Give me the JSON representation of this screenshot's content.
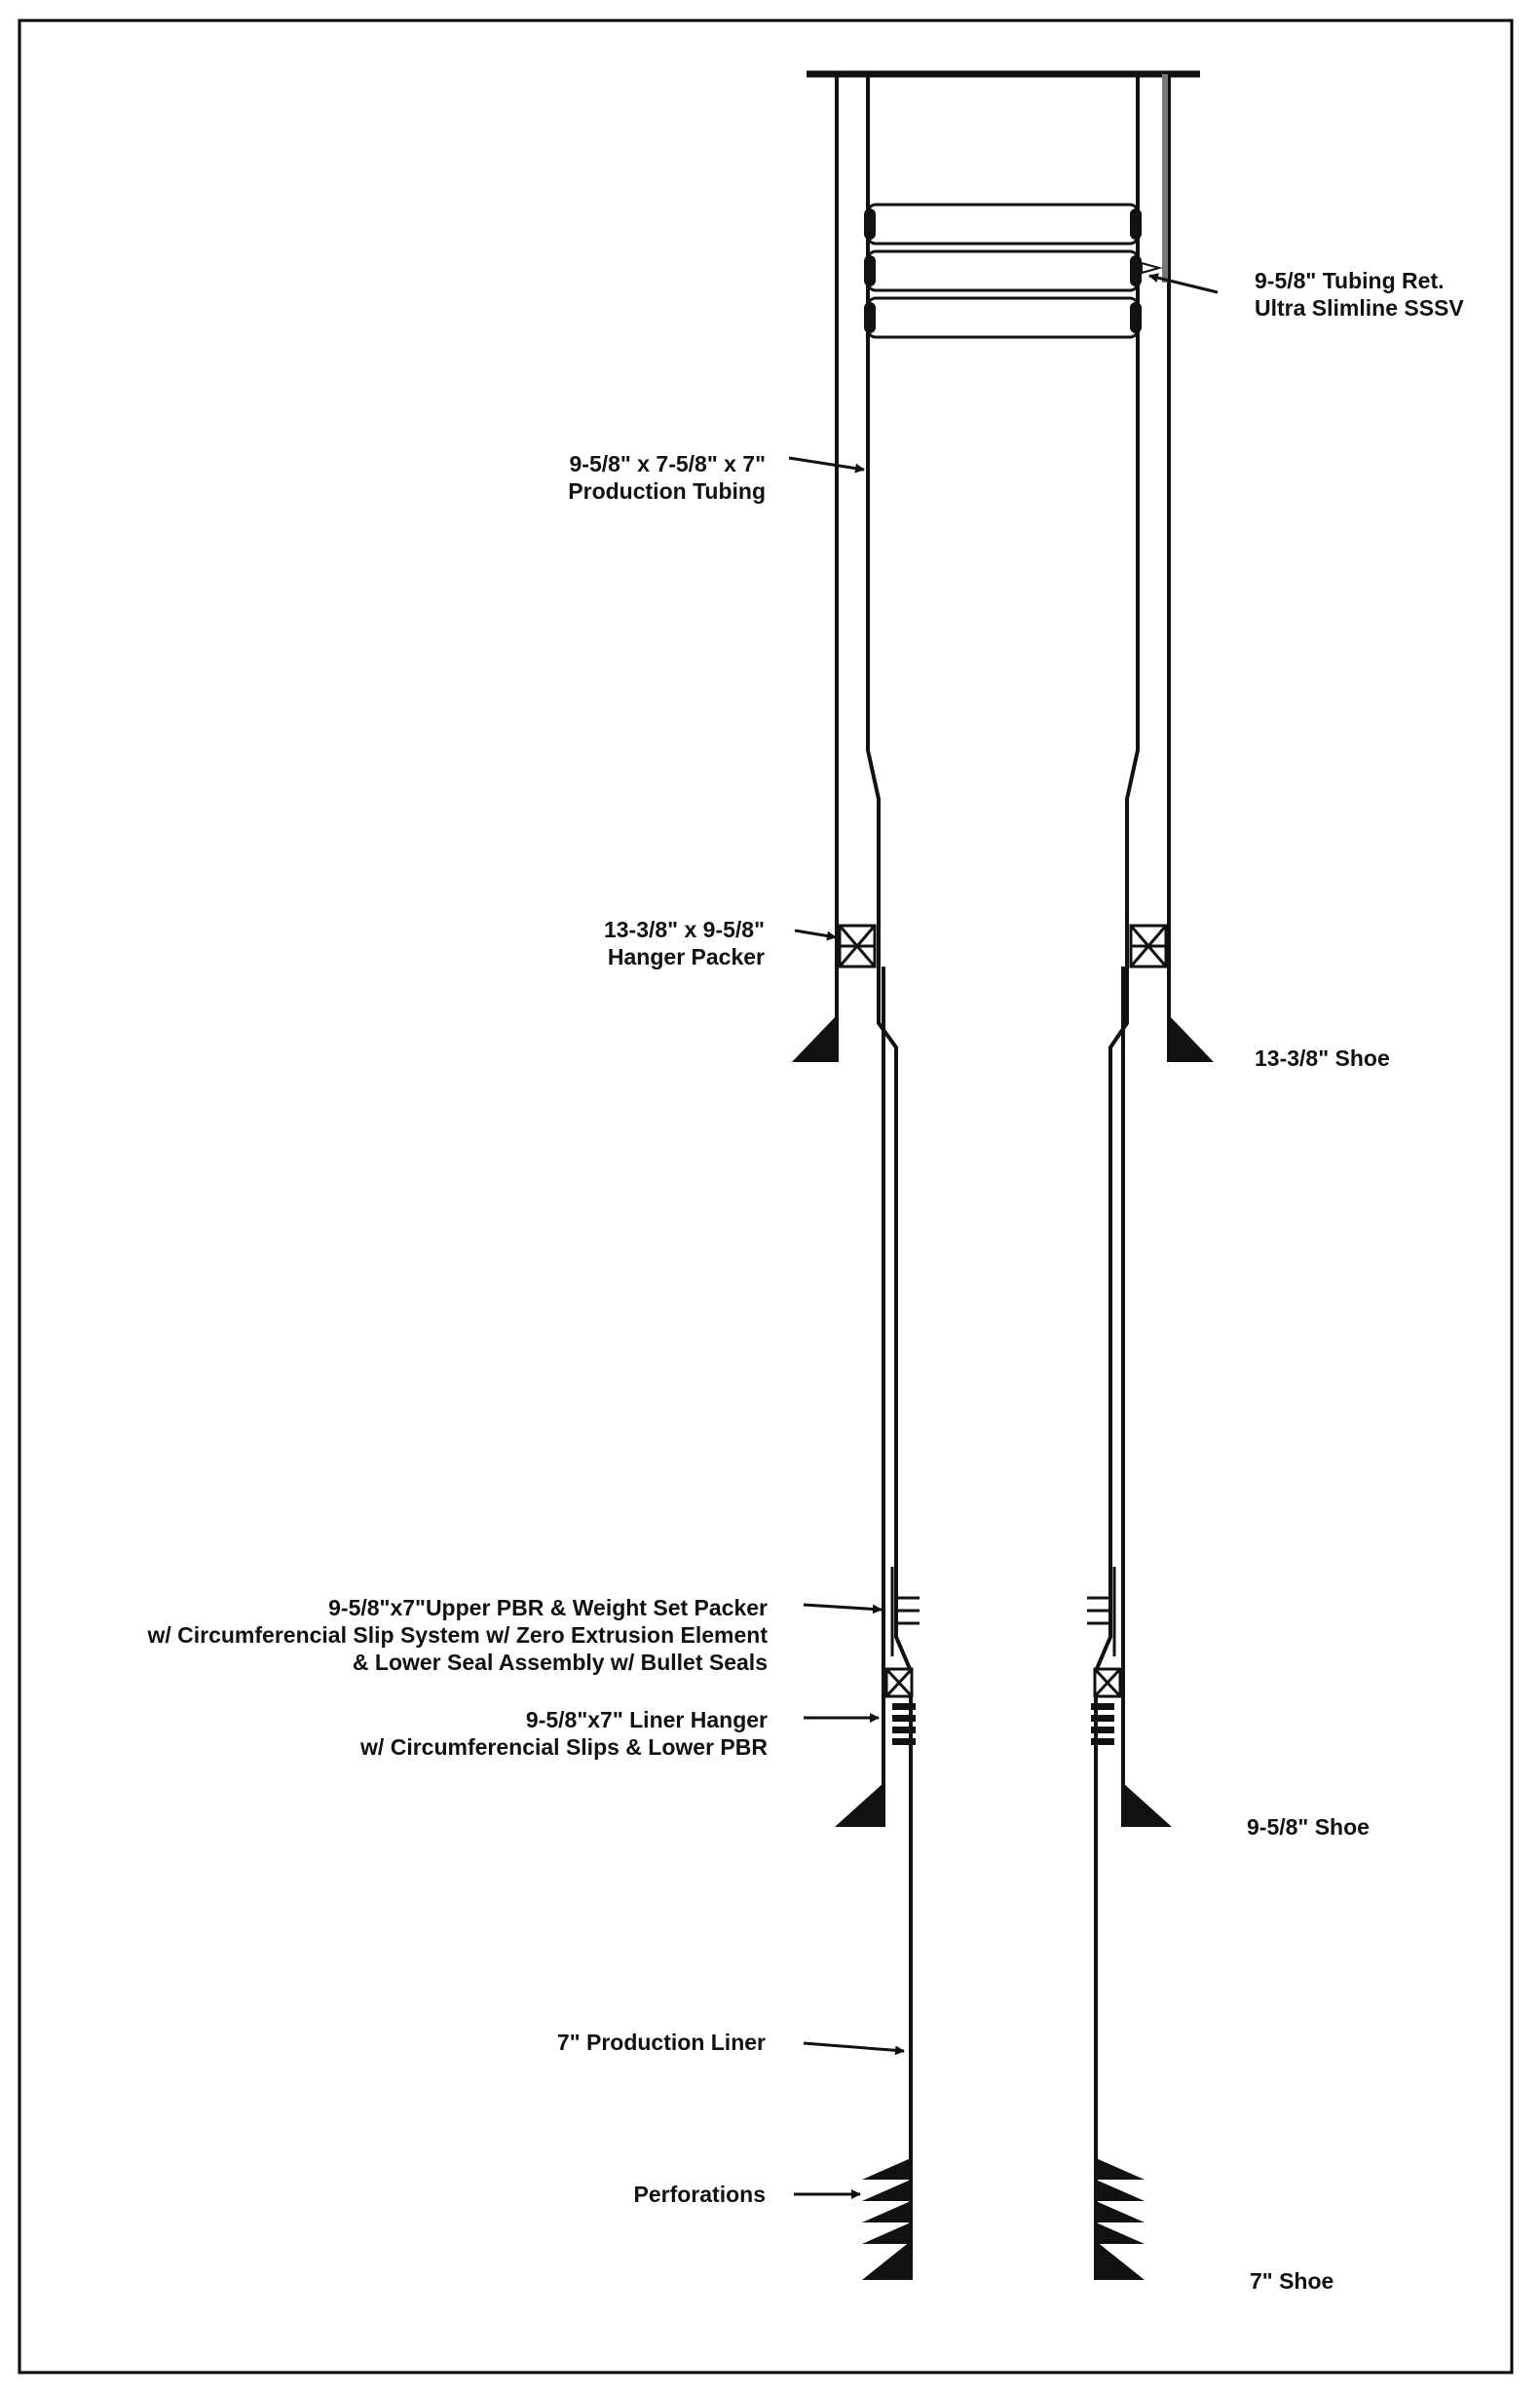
{
  "labels": {
    "sssv_1": "9-5/8\" Tubing Ret.",
    "sssv_2": "Ultra Slimline SSSV",
    "tubing_1": "9-5/8\" x 7-5/8\" x 7\"",
    "tubing_2": "Production Tubing",
    "hanger_packer_1": "13-3/8\" x 9-5/8\"",
    "hanger_packer_2": "Hanger Packer",
    "shoe_13": "13-3/8\" Shoe",
    "pbr_1": "9-5/8\"x7\"Upper PBR & Weight Set Packer",
    "pbr_2": "w/ Circumferencial Slip System w/ Zero Extrusion Element",
    "pbr_3": "& Lower Seal Assembly w/ Bullet Seals",
    "liner_hanger_1": "9-5/8\"x7\" Liner Hanger",
    "liner_hanger_2": "w/ Circumferencial Slips & Lower PBR",
    "shoe_95": "9-5/8\" Shoe",
    "liner": "7\" Production Liner",
    "perforations": "Perforations",
    "shoe_7": "7\" Shoe"
  },
  "colors": {
    "line": "#111111",
    "frame": "#000000",
    "control_line": "#777777"
  }
}
